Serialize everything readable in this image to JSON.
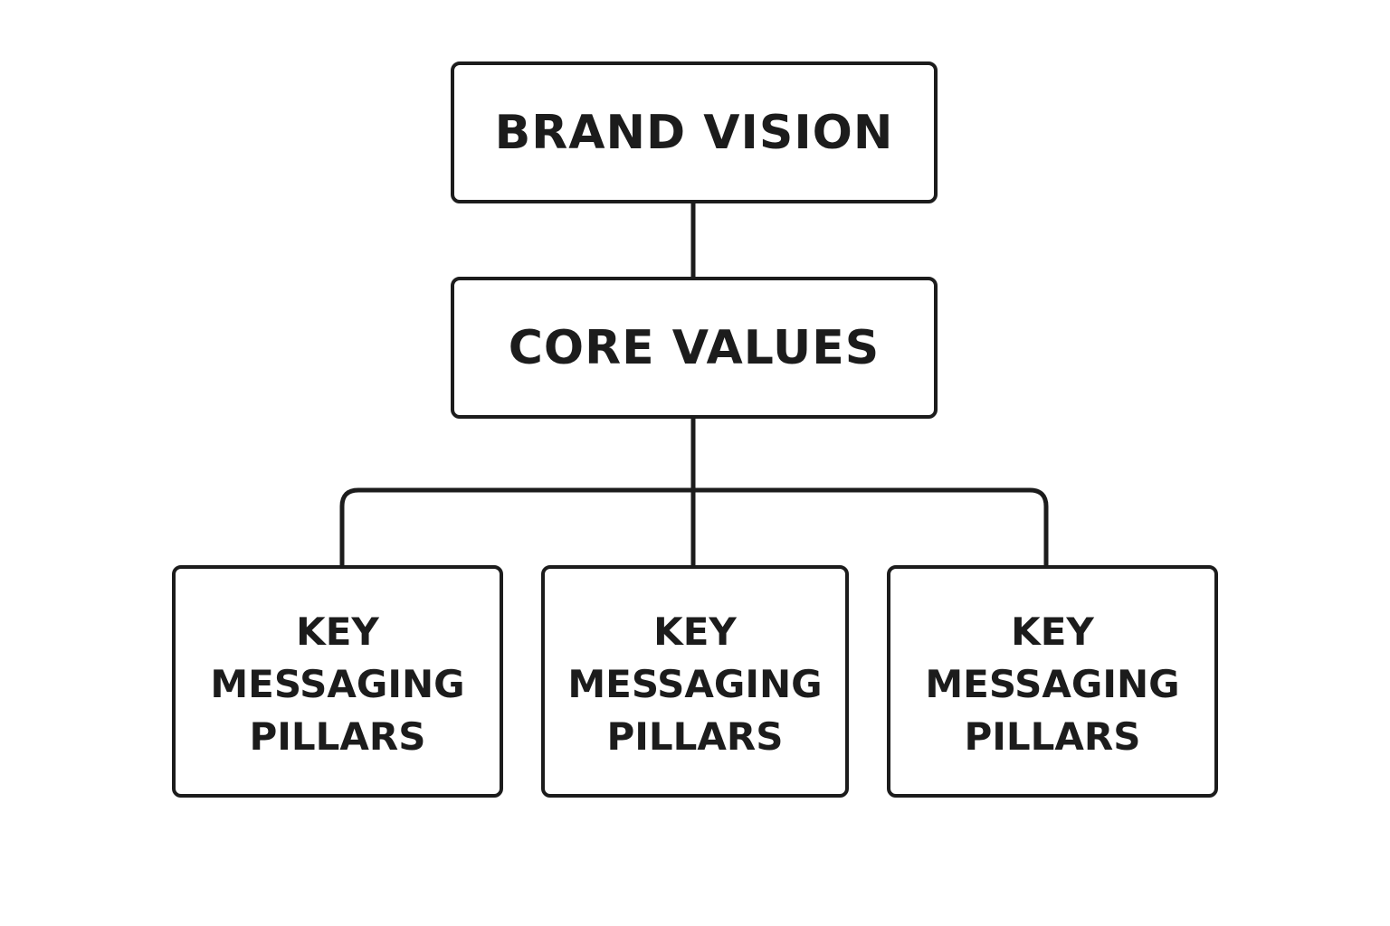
{
  "diagram": {
    "line_color": "#1c1c1c",
    "background": "#ffffff",
    "top": {
      "label": "BRAND VISION"
    },
    "middle": {
      "label": "CORE VALUES"
    },
    "pillars": [
      {
        "line1": "KEY",
        "line2": "MESSAGING",
        "line3": "PILLARS"
      },
      {
        "line1": "KEY",
        "line2": "MESSAGING",
        "line3": "PILLARS"
      },
      {
        "line1": "KEY",
        "line2": "MESSAGING",
        "line3": "PILLARS"
      }
    ]
  }
}
